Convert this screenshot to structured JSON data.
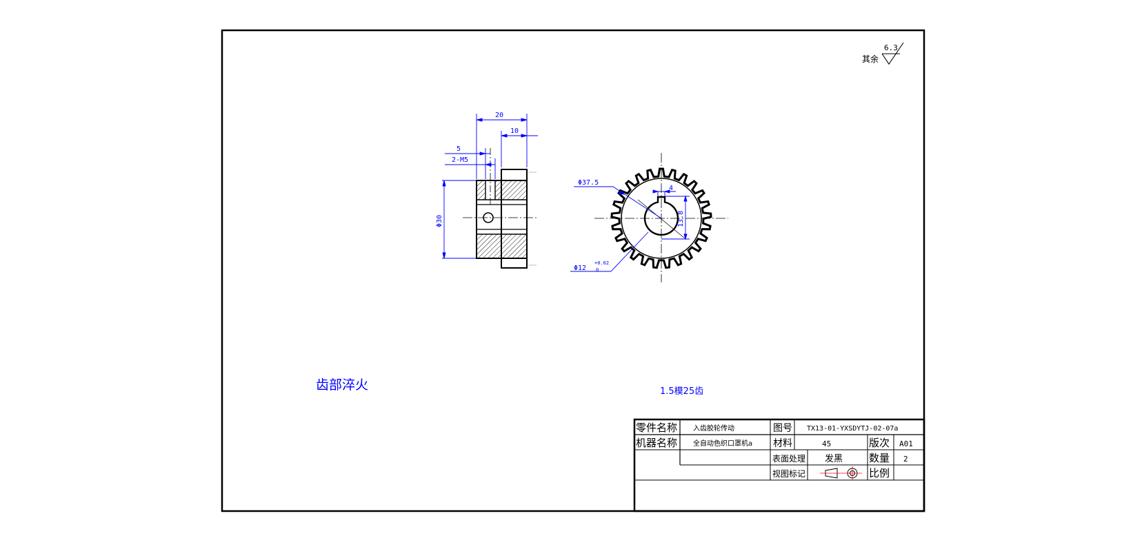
{
  "roughness": {
    "prefix": "其余",
    "value": "6.3"
  },
  "front_view": {
    "dims": {
      "overall_width": "20",
      "hub_width": "10",
      "setscrew_pos": "5",
      "setscrew_label": "2-M5",
      "hub_diameter": "Φ30"
    }
  },
  "gear_view": {
    "teeth": 25,
    "dims": {
      "tip_diameter": "Φ37.5",
      "key_width": "4",
      "key_depth": "13.8",
      "bore": "Φ12",
      "bore_tol_upper": "+0.02",
      "bore_tol_lower": "0"
    }
  },
  "notes": {
    "heat_treatment": "齿部淬火",
    "gear_spec": "1.5模25齿"
  },
  "title_block": {
    "part_name_label": "零件名称",
    "part_name": "入齿胶轮传动",
    "drawing_no_label": "图号",
    "drawing_no": "TX13-01-YXSDYTJ-02-07a",
    "machine_name_label": "机器名称",
    "machine_name": "全自动色织口罩机a",
    "material_label": "材料",
    "material": "45",
    "revision_label": "版次",
    "revision": "A01",
    "surface_label": "表面处理",
    "surface": "发黑",
    "quantity_label": "数量",
    "quantity": "2",
    "view_mark_label": "视图标记",
    "scale_label": "比例",
    "scale": ""
  },
  "colors": {
    "line": "#000000",
    "dimension": "#0000ff",
    "text": "#000000"
  }
}
